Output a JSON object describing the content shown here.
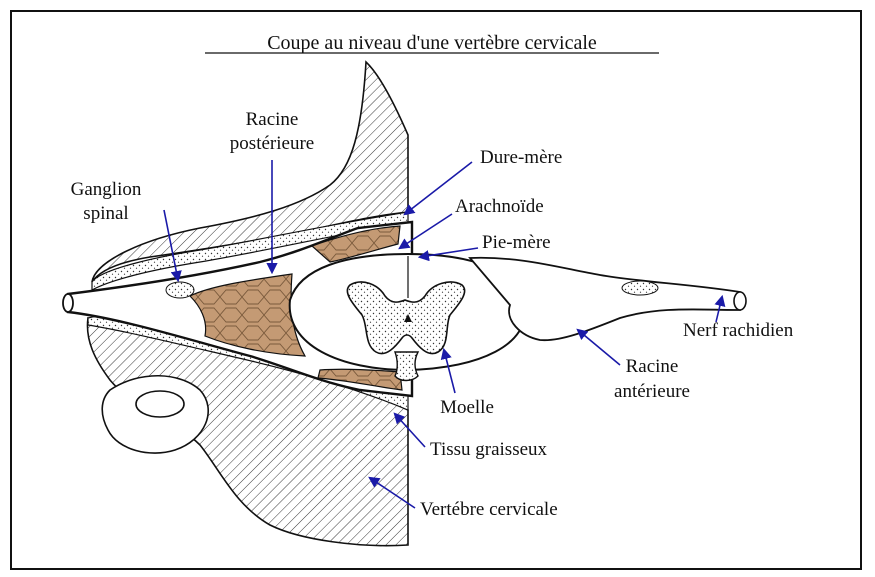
{
  "title": "Coupe au niveau d'une vertèbre cervicale",
  "labels": {
    "racine_posterieure_1": "Racine",
    "racine_posterieure_2": "postérieure",
    "ganglion_1": "Ganglion",
    "ganglion_2": "spinal",
    "dure_mere": "Dure-mère",
    "arachnoide": "Arachnoïde",
    "pie_mere": "Pie-mère",
    "nerf_rachidien": "Nerf rachidien",
    "racine_anterieure_1": "Racine",
    "racine_anterieure_2": "antérieure",
    "moelle": "Moelle",
    "tissu_graisseux": "Tissu graisseux",
    "vertebre_cervicale": "Vertébre cervicale"
  },
  "colors": {
    "arrow": "#1a1aa8",
    "fat": "#c49a74",
    "fat_cell_outline": "#7a5a3c",
    "outline": "#111111"
  }
}
